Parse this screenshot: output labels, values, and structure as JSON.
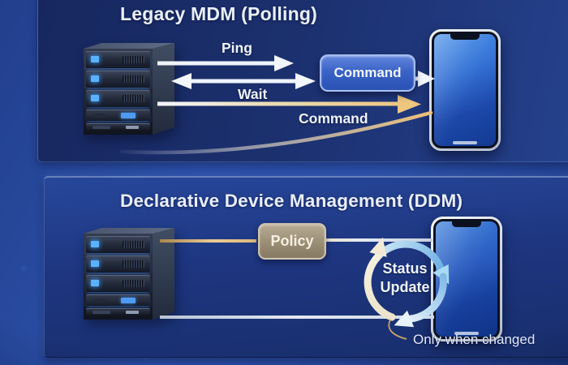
{
  "legacy_section": {
    "title": "Legacy MDM (Polling)",
    "arrows": {
      "ping_label": "Ping",
      "wait_label": "Wait",
      "command_box_label": "Command",
      "command_response_label": "Command"
    }
  },
  "ddm_section": {
    "title": "Declarative Device Management (DDM)",
    "policy_label": "Policy",
    "status_update_line1": "Status",
    "status_update_line2": "Update",
    "footnote": "Only when changed"
  },
  "icons": {
    "left_devices": "server-rack",
    "right_devices": "smartphone",
    "cycle": "sync-arrows"
  },
  "colors": {
    "background_blue": "#2a4da5",
    "panel_navy": "#1d3478",
    "arrow_white": "#eff4fc",
    "arrow_gold": "#e9c07c",
    "command_box_blue": "#3a63c6",
    "policy_box_tan": "#9d9078",
    "sync_blue": "#a8daf4",
    "sync_cream": "#f2ead6",
    "text_light": "#e9effd"
  }
}
